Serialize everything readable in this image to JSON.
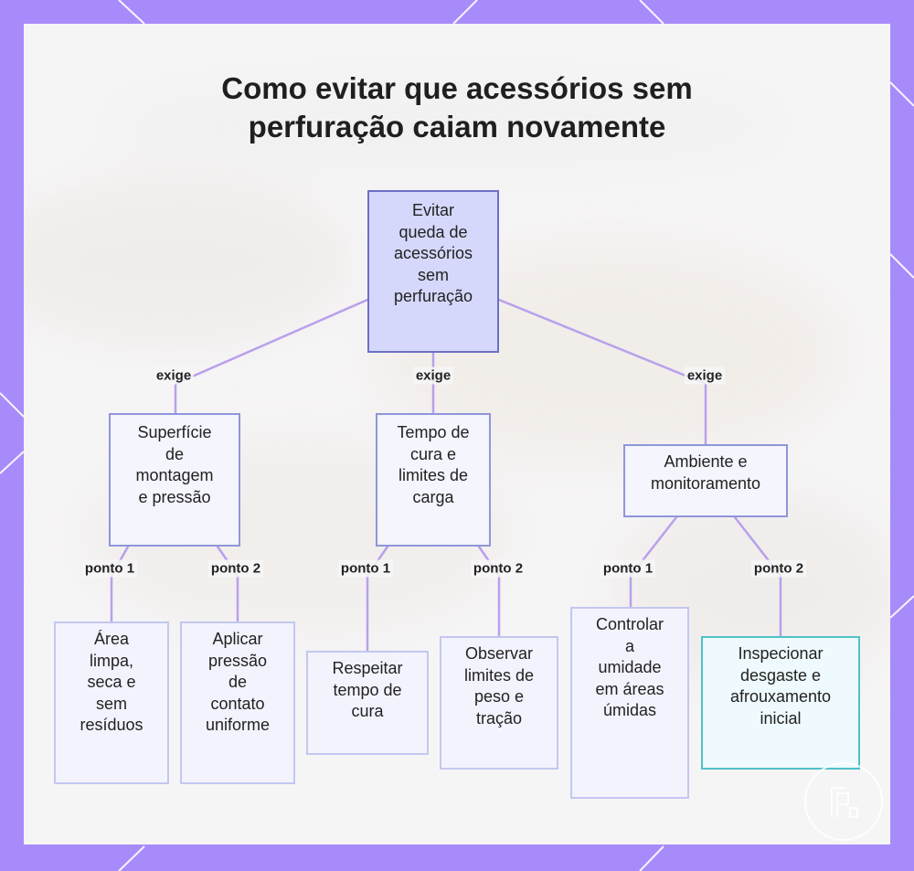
{
  "title": {
    "line1": "Como evitar que acessórios sem",
    "line2": "perfuração caiam novamente"
  },
  "nodes": {
    "root": {
      "lines": [
        "Evitar",
        "queda de",
        "acessórios",
        "sem",
        "perfuração"
      ]
    },
    "surface": {
      "lines": [
        "Superfície",
        "de",
        "montagem",
        "e pressão"
      ]
    },
    "cure": {
      "lines": [
        "Tempo de",
        "cura e",
        "limites de",
        "carga"
      ]
    },
    "environment": {
      "lines": [
        "Ambiente e",
        "monitoramento"
      ]
    },
    "clean_area": {
      "lines": [
        "Área",
        "limpa,",
        "seca e",
        "sem",
        "resíduos"
      ]
    },
    "apply_pressure": {
      "lines": [
        "Aplicar",
        "pressão",
        "de",
        "contato",
        "uniforme"
      ]
    },
    "respect_cure": {
      "lines": [
        "Respeitar",
        "tempo de",
        "cura"
      ]
    },
    "observe_limits": {
      "lines": [
        "Observar",
        "limites de",
        "peso e",
        "tração"
      ]
    },
    "control_humidity": {
      "lines": [
        "Controlar",
        "a",
        "umidade",
        "em áreas",
        "úmidas"
      ]
    },
    "inspect_wear": {
      "lines": [
        "Inspecionar",
        "desgaste e",
        "afrouxamento",
        "inicial"
      ]
    }
  },
  "edge_labels": {
    "requires": "exige",
    "point1": "ponto 1",
    "point2": "ponto 2"
  },
  "colors": {
    "frame": "#a78bfa",
    "connector": "#b9a0ec",
    "root_fill": "#d6d8fb",
    "root_border": "#6c6fc7",
    "teal_border": "#4fc1c9"
  },
  "icons": [
    "watermark-logo-icon"
  ]
}
